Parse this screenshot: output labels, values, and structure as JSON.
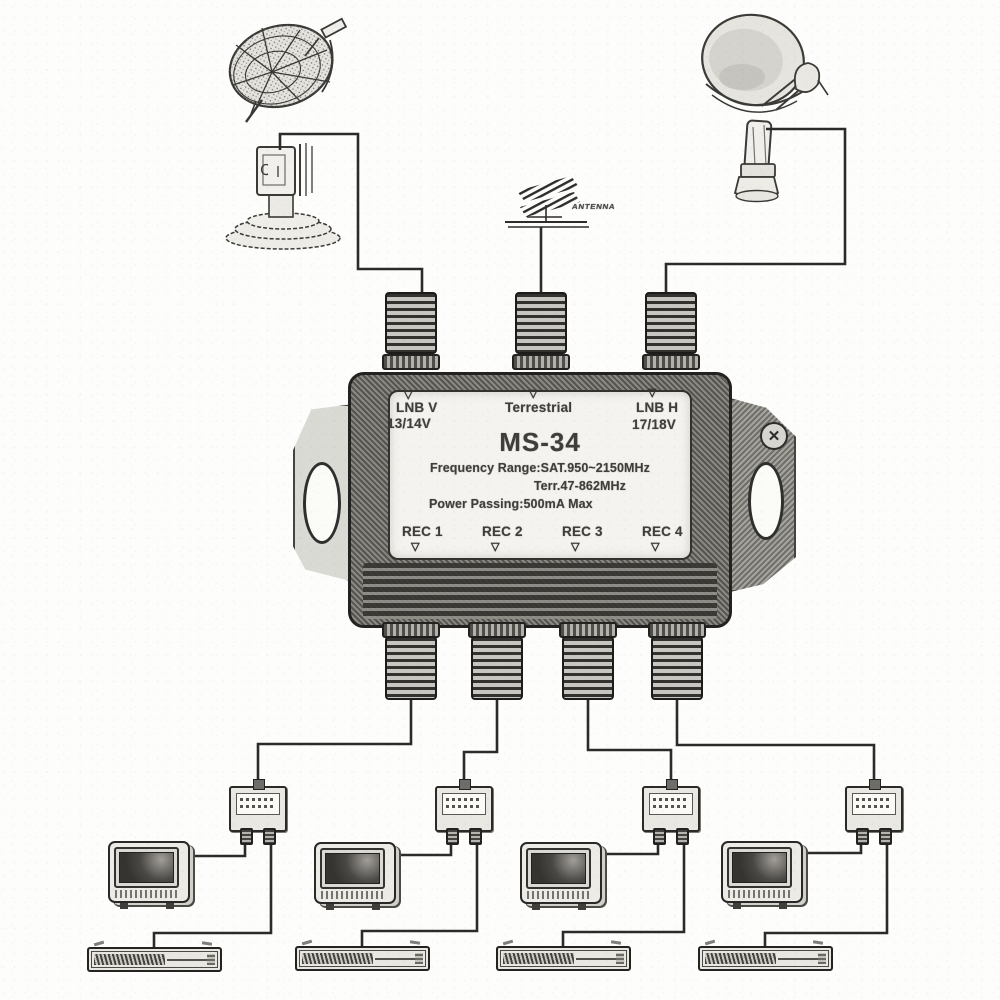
{
  "multiswitch": {
    "model": "MS-34",
    "arrow": "▽",
    "inputs": [
      {
        "name": "LNB V",
        "voltage": "13/14V"
      },
      {
        "name": "Terrestrial",
        "voltage": ""
      },
      {
        "name": "LNB H",
        "voltage": "17/18V"
      }
    ],
    "specs": {
      "frequency_range": "Frequency Range:SAT.950~2150MHz",
      "terrestrial_range": "Terr.47-862MHz",
      "power_passing": "Power Passing:500mA Max"
    },
    "outputs": [
      "REC 1",
      "REC 2",
      "REC 3",
      "REC 4"
    ]
  },
  "antenna": {
    "label": "ANTENNA"
  },
  "icons": {
    "screw_cross": "✕"
  }
}
